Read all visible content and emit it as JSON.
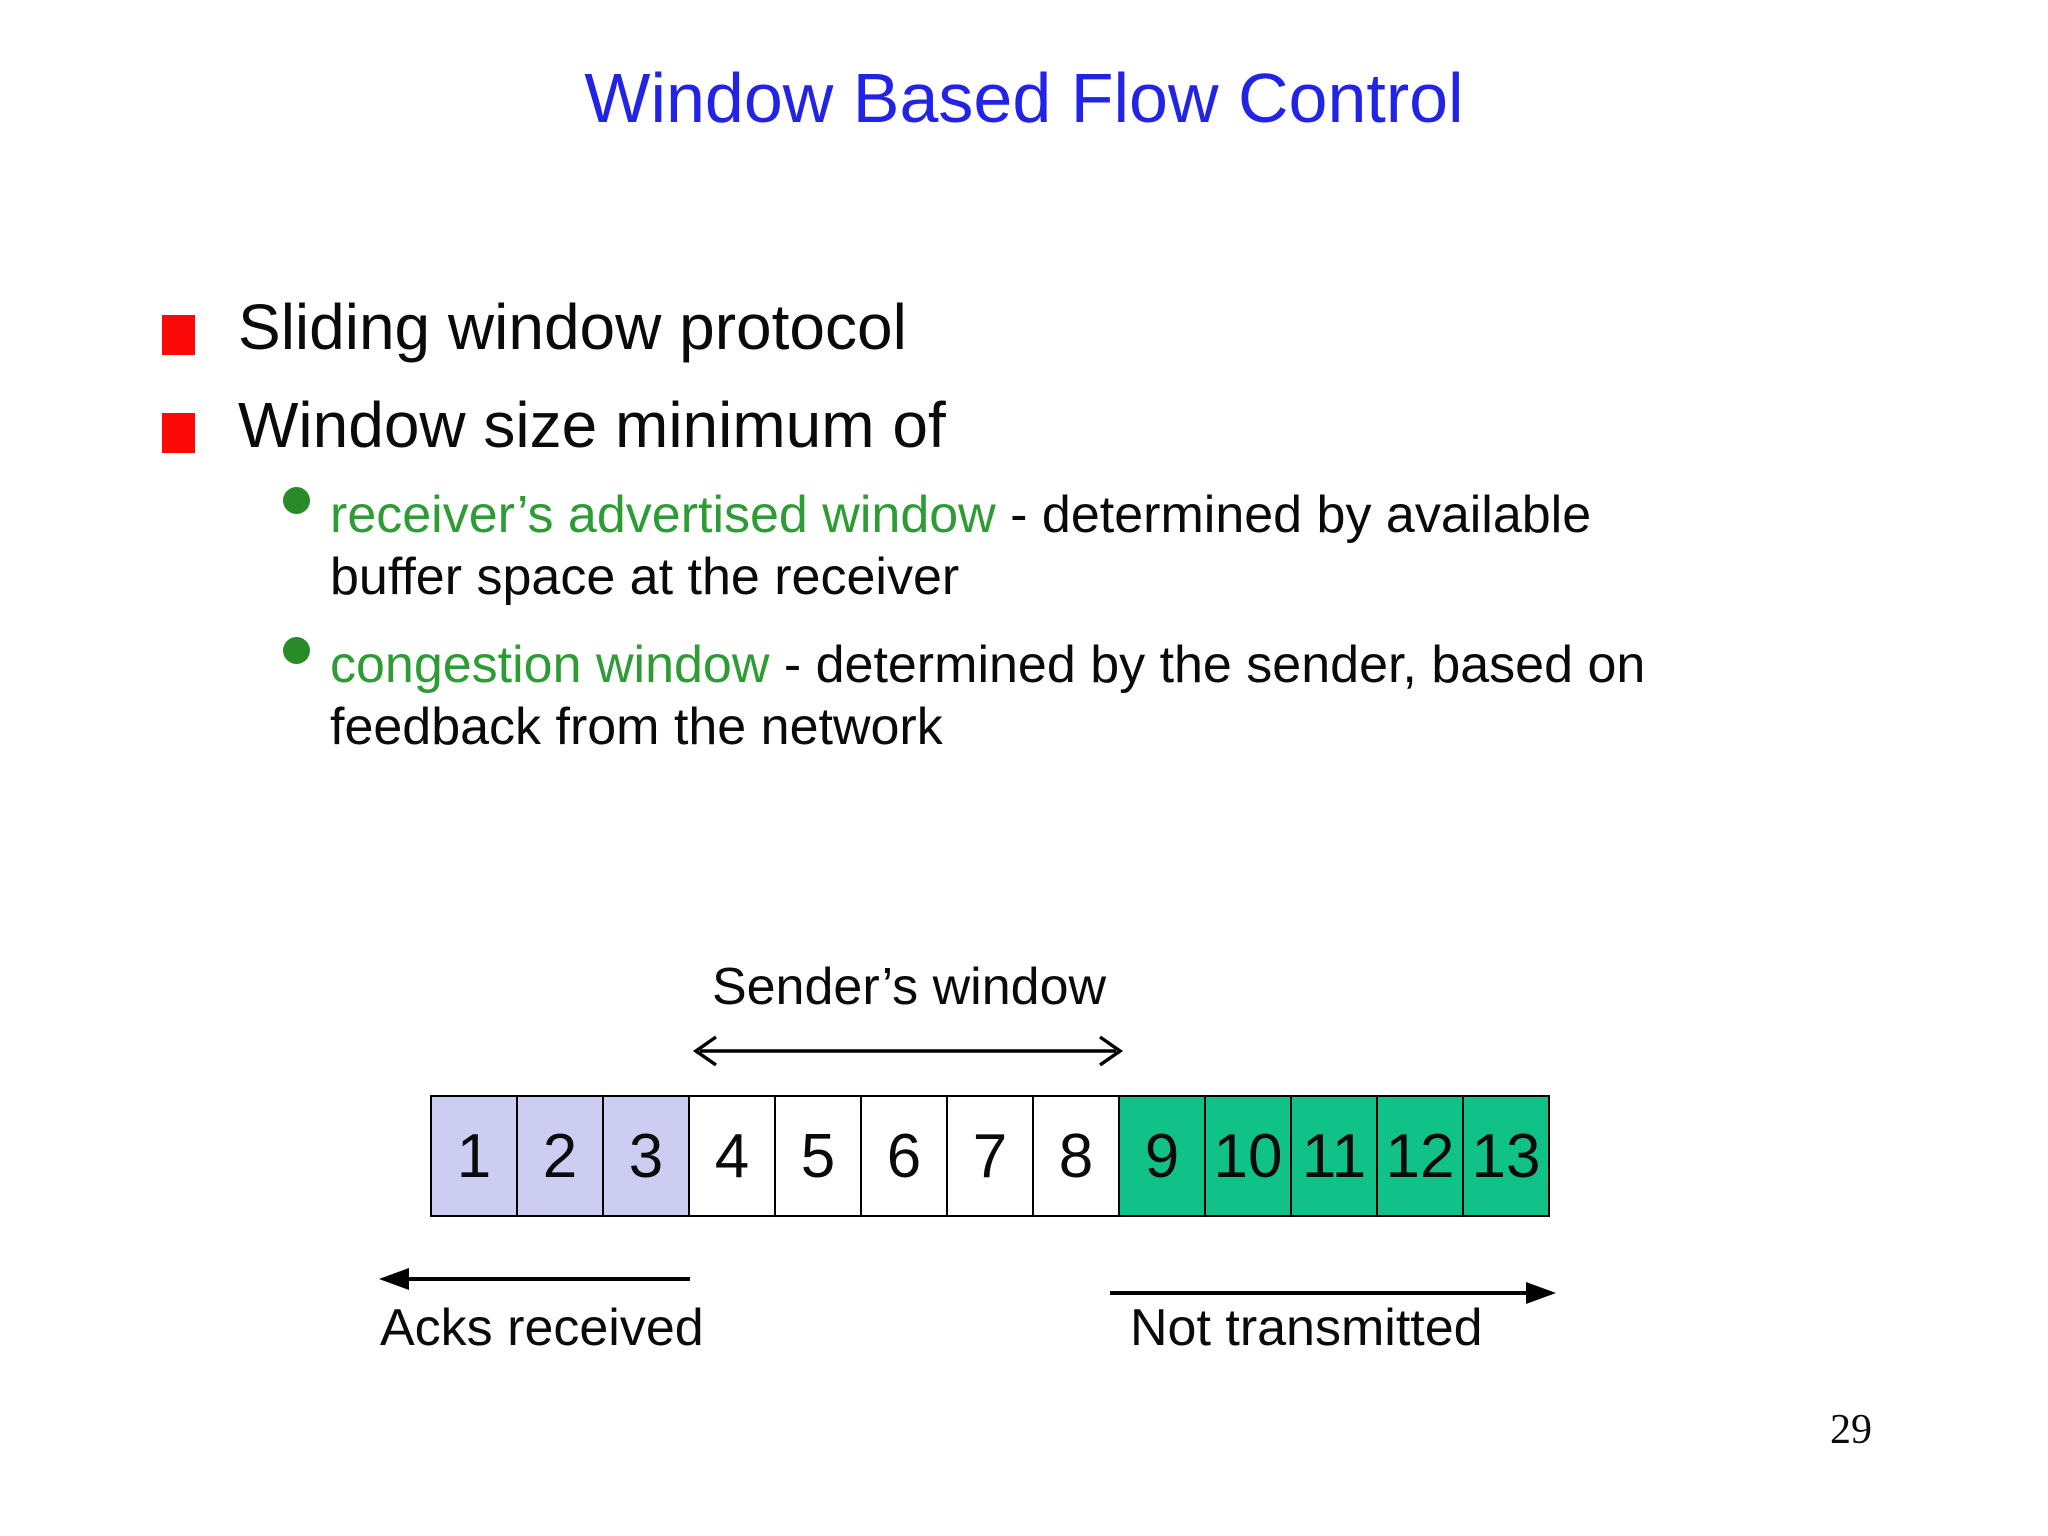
{
  "slide": {
    "title": "Window Based Flow Control",
    "page_number": "29"
  },
  "colors": {
    "title_blue": "#2323e5",
    "bullet_red": "#fb0909",
    "accent_green": "#2e9c35",
    "dot_green": "#288a28",
    "cell_acked_lavender": "#cdcdf2",
    "cell_window_white": "#ffffff",
    "cell_not_transmitted_green": "#10c287"
  },
  "bullets": {
    "item1": "Sliding window protocol",
    "item2": "Window size minimum of",
    "sub1": {
      "highlight": "receiver’s advertised window",
      "rest": " - determined by available\nbuffer space at the receiver"
    },
    "sub2": {
      "highlight": "congestion window",
      "rest": " - determined by the sender, based on\nfeedback from the network"
    }
  },
  "diagram": {
    "window_label": "Sender’s window",
    "acks_label": "Acks received",
    "not_transmitted_label": "Not transmitted",
    "cells": [
      {
        "label": "1",
        "state": "acked"
      },
      {
        "label": "2",
        "state": "acked"
      },
      {
        "label": "3",
        "state": "acked"
      },
      {
        "label": "4",
        "state": "window"
      },
      {
        "label": "5",
        "state": "window"
      },
      {
        "label": "6",
        "state": "window"
      },
      {
        "label": "7",
        "state": "window"
      },
      {
        "label": "8",
        "state": "window"
      },
      {
        "label": "9",
        "state": "not-transmitted"
      },
      {
        "label": "10",
        "state": "not-transmitted"
      },
      {
        "label": "11",
        "state": "not-transmitted"
      },
      {
        "label": "12",
        "state": "not-transmitted"
      },
      {
        "label": "13",
        "state": "not-transmitted"
      }
    ]
  }
}
